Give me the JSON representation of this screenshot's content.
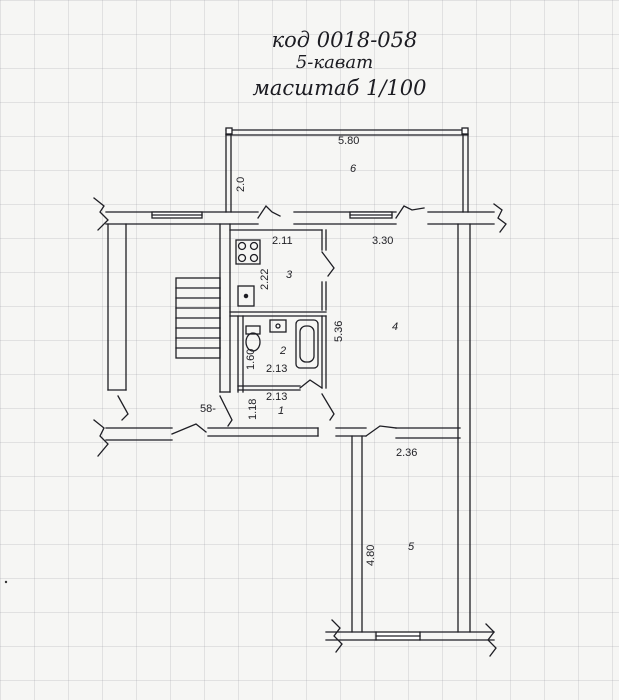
{
  "header": {
    "title": "код 0018-058",
    "floor": "5-кават",
    "scale": "масштаб 1/100"
  },
  "rooms": {
    "r1": "1",
    "r2": "2",
    "r3": "3",
    "r4": "4",
    "r5": "5",
    "r6": "6"
  },
  "dimensions": {
    "d_5_80": "5.80",
    "d_2_0": "2.0",
    "d_2_11": "2.11",
    "d_3_30": "3.30",
    "d_2_22": "2.22",
    "d_5_36": "5.36",
    "d_1_60": "1.60",
    "d_2_13a": "2.13",
    "d_2_13b": "2.13",
    "d_1_18": "1.18",
    "d_58": "58-",
    "d_2_36": "2.36",
    "d_4_80": "4.80"
  }
}
